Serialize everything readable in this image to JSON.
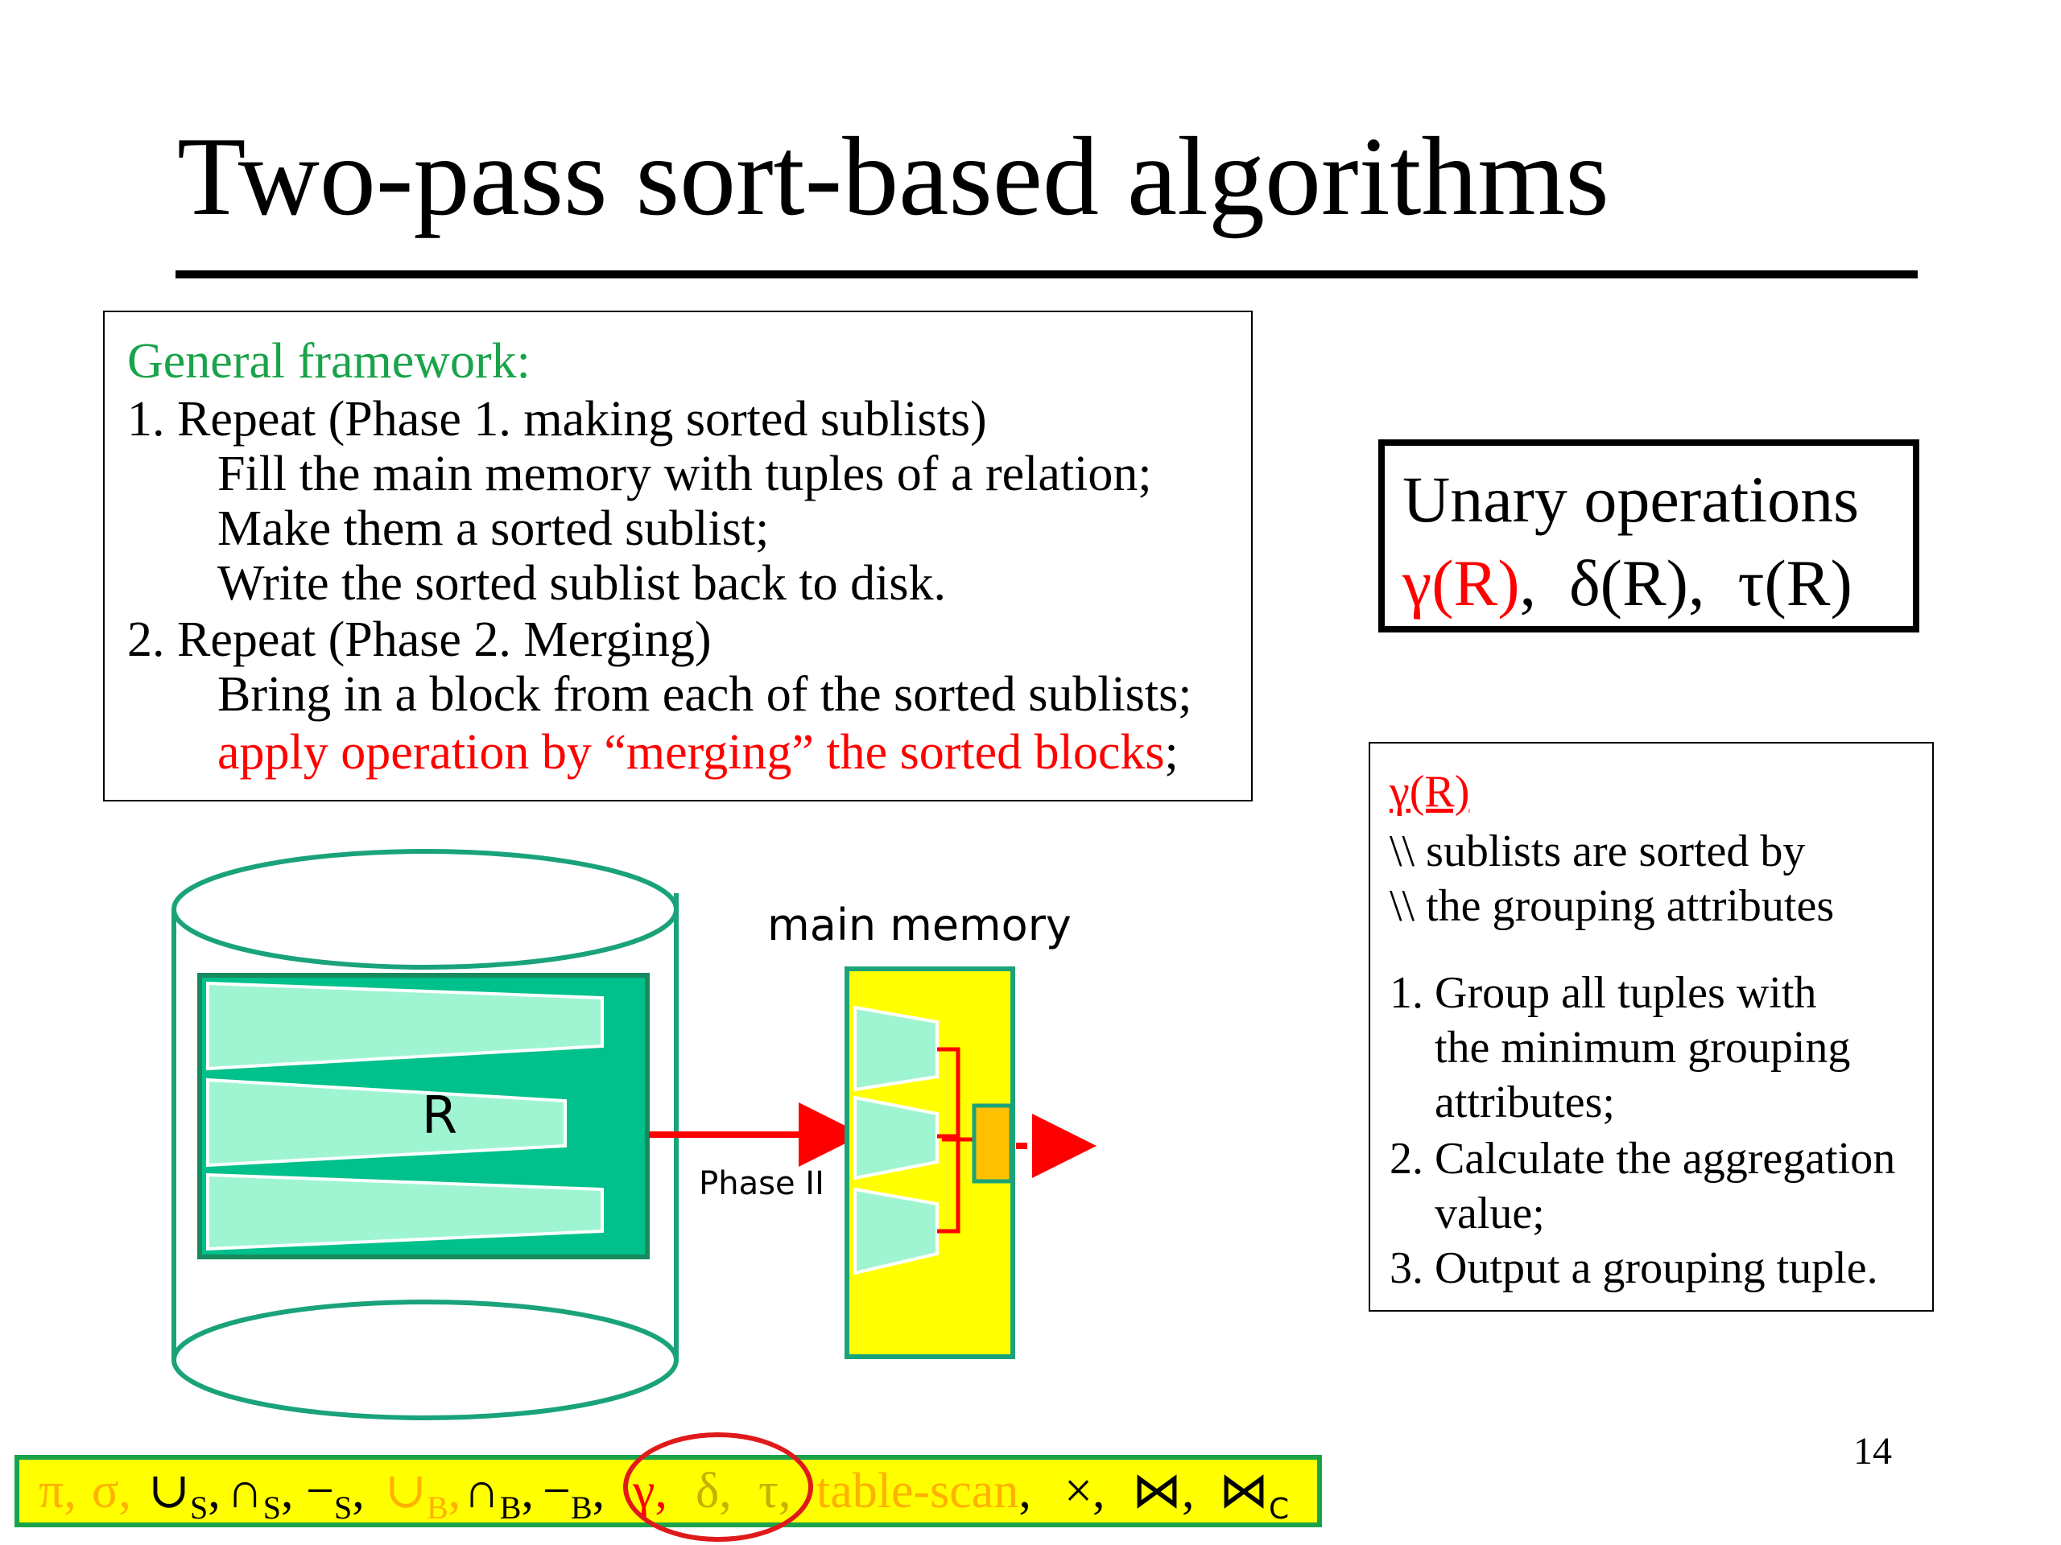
{
  "slide": {
    "title": "Two-pass sort-based algorithms",
    "page_number": "14"
  },
  "framework": {
    "heading": "General framework:",
    "lines": [
      "1. Repeat (Phase 1. making sorted sublists)",
      "Fill the main memory with tuples of a relation;",
      "Make them a sorted sublist;",
      "Write the sorted sublist back to disk.",
      "2. Repeat (Phase 2. Merging)",
      "Bring in a block from each of the sorted sublists;"
    ],
    "last_line_red": "apply operation by “merging” the sorted blocks",
    "last_line_end": ";"
  },
  "unary": {
    "title": "Unary operations",
    "op_gamma": "γ(R)",
    "op_delta": "δ(R),",
    "op_tau": "τ(R)",
    "sep": ","
  },
  "gamma_box": {
    "heading": "γ(R)",
    "comments": [
      "\\\\ sublists are sorted by",
      "\\\\ the grouping attributes"
    ],
    "steps": [
      "1. Group all tuples with",
      "the minimum grouping",
      "attributes;",
      "2. Calculate the aggregation",
      "value;",
      "3. Output a grouping tuple."
    ]
  },
  "diagram": {
    "relation_label": "R",
    "memory_label": "main memory",
    "phase_label": "Phase II"
  },
  "operators_bar": {
    "items": [
      {
        "text": "π,",
        "color": "orange"
      },
      {
        "text": "σ,",
        "color": "orange"
      },
      {
        "text": "∪",
        "sub": "S",
        "tail": ",",
        "color": "black"
      },
      {
        "text": "∩",
        "sub": "S",
        "tail": ",",
        "color": "black"
      },
      {
        "text": "−",
        "sub": "S",
        "tail": ",",
        "color": "black"
      },
      {
        "text": "∪",
        "sub": "B",
        "tail": ",",
        "color": "orange"
      },
      {
        "text": "∩",
        "sub": "B",
        "tail": ",",
        "color": "black"
      },
      {
        "text": "−",
        "sub": "B",
        "tail": ",",
        "color": "black"
      },
      {
        "text": "γ,",
        "color": "red"
      },
      {
        "text": "δ,",
        "color": "faint"
      },
      {
        "text": "τ,",
        "color": "faint"
      },
      {
        "text": "table-scan",
        "tail": ",",
        "color": "orange"
      },
      {
        "text": "×,",
        "color": "black"
      },
      {
        "text": "⋈,",
        "color": "black"
      },
      {
        "text": "⋈",
        "sub": "C",
        "color": "black"
      }
    ]
  },
  "colors": {
    "green_text": "#1aa34a",
    "red_text": "#ff0000",
    "bar_background": "#ffff00",
    "disk_green": "#1aa37a",
    "sublist_fill": "#9ff5d2",
    "relation_fill": "#00c08b"
  }
}
